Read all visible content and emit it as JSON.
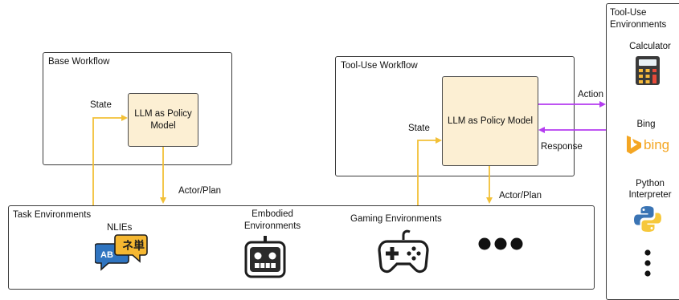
{
  "base_workflow": {
    "title": "Base Workflow",
    "policy_model": "LLM as Policy Model",
    "state_label": "State",
    "action_label": "Actor/Plan"
  },
  "tool_use_workflow": {
    "title": "Tool-Use Workflow",
    "policy_model": "LLM as Policy Model",
    "state_label": "State",
    "action_label": "Actor/Plan",
    "tool_action_label": "Action",
    "tool_response_label": "Response"
  },
  "task_environments": {
    "title": "Task Environments",
    "items": [
      {
        "label": "NLIEs",
        "icon": "translate-chat-icon"
      },
      {
        "label": "Embodied\nEnvironments",
        "icon": "robot-icon"
      },
      {
        "label": "Gaming Environments",
        "icon": "gamepad-icon"
      },
      {
        "label": "",
        "icon": "ellipsis-icon"
      }
    ]
  },
  "tool_use_environments": {
    "title": "Tool-Use\nEnvironments",
    "tools": [
      {
        "label": "Calculator",
        "icon": "calculator-icon"
      },
      {
        "label": "Bing",
        "icon": "bing-logo-icon",
        "logo_text": "bing"
      },
      {
        "label": "Python\nInterpreter",
        "icon": "python-logo-icon"
      }
    ]
  },
  "colors": {
    "state_arrow": "#f2c037",
    "tool_arrow": "#b43cf0",
    "policy_fill": "#fcefd3",
    "border": "#3a3a3a"
  }
}
